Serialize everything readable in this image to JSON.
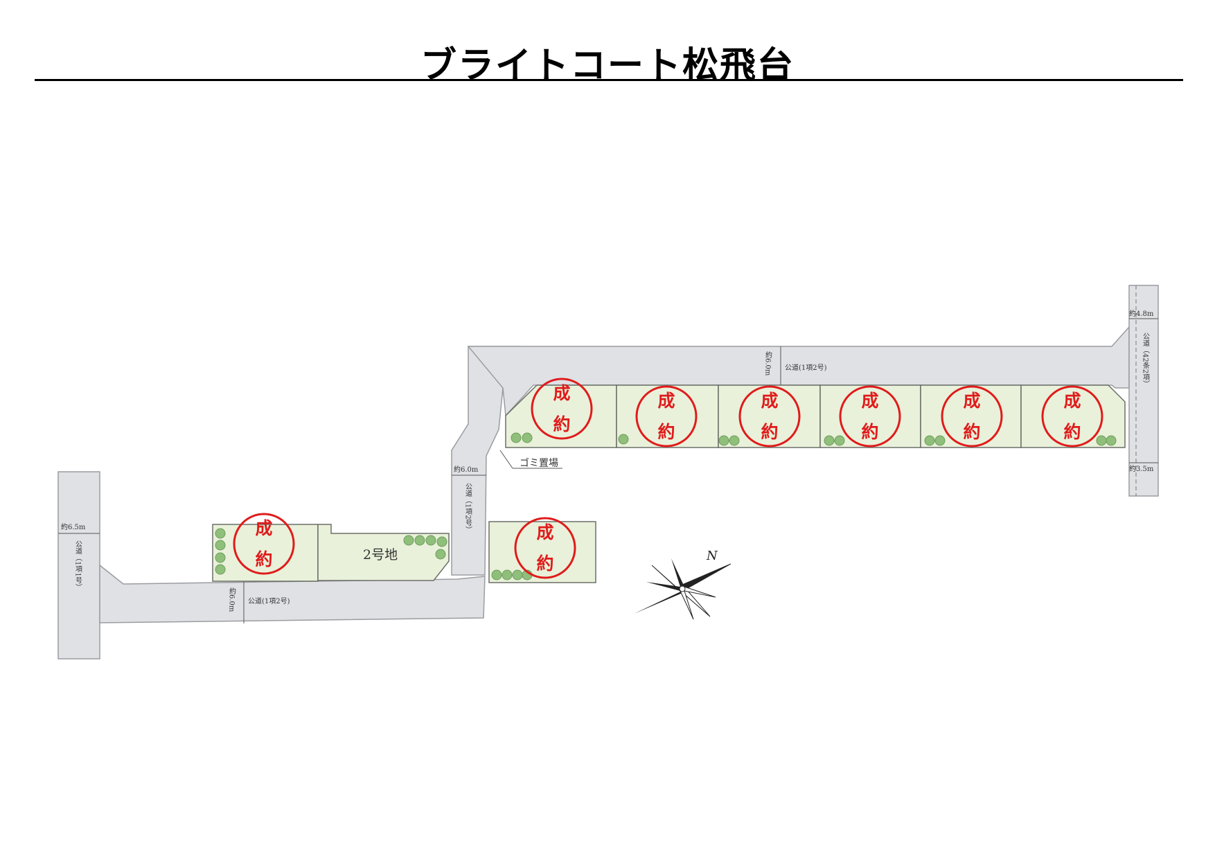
{
  "title": "ブライトコート松飛台",
  "map": {
    "roads": {
      "left_road_label": "公道（1項1号）",
      "left_road_width": "約6.5m",
      "lower_road_label": "公道(1項2号)",
      "lower_road_width": "約6.0m",
      "connector_road_label": "公道（1項2号）",
      "connector_road_width": "約6.0m",
      "upper_road_label": "公道(1項2号)",
      "upper_road_width": "約6.0m",
      "right_road_label": "公道（42条2項）",
      "right_road_width_top": "約4.8m",
      "right_road_width_bottom": "約3.5m"
    },
    "lots": {
      "available_lot_label": "2号地"
    },
    "garbage_area_label": "ゴミ置場",
    "compass_label": "N",
    "sold_stamp": {
      "line1": "成",
      "line2": "約"
    },
    "colors": {
      "stamp": "#e01b1b",
      "lot_fill": "#e9f1da",
      "road_fill": "#dfe1e5"
    }
  }
}
